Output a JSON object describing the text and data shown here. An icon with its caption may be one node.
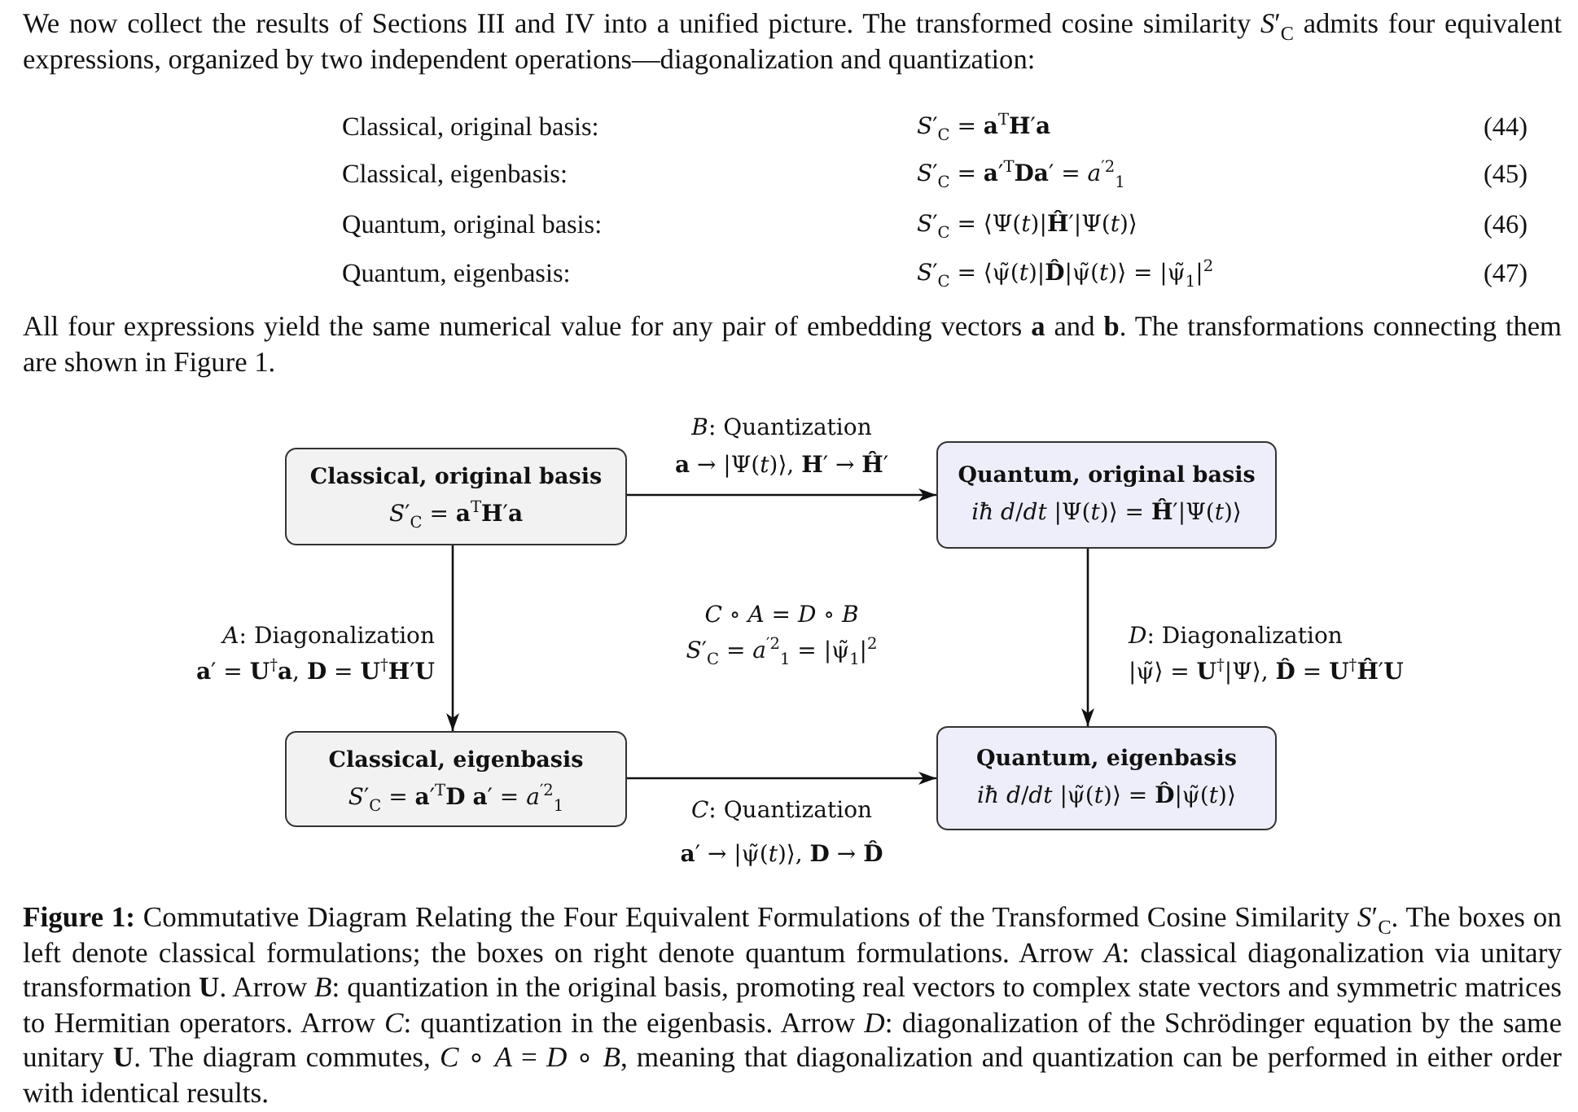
{
  "diagram": {
    "caption": "**Figure 1:** Commutative Diagram Relating the Four Equivalent Formulations of the Transformed Cosine Similarity *S*′$_{C}$. The boxes on left denote classical formulations; the boxes on right denote quantum formulations. Arrow *A*: classical diagonalization via unitary transformation **U**. Arrow *B*: quantization in the original basis, promoting real vectors to complex state vectors and symmetric matrices to Hermitian operators. Arrow *C*: quantization in the eigenbasis. Arrow *D*: diagonalization of the Schrödinger equation by the same unitary **U**. The diagram commutes, *C* ∘ *A* = *D* ∘ *B*, meaning that diagonalization and quantization can be performed in either order with identical results.",
    "nodes": [
      {
        "text": [
          "Classical, original basis",
          "*S*′$_{C}$ = **a**$^{T}$**H**′**a**"
        ]
      },
      {
        "text": [
          "Quantum, original basis",
          "*iħ* *d*/*dt* |Ψ(*t*)⟩ = **Ĥ**′|Ψ(*t*)⟩"
        ]
      },
      {
        "text": [
          "Classical, eigenbasis",
          "*S*′$_{C}$ = **a**′$^{T}$**D** **a**′ = *a*$^{′2}$$_{1}$"
        ]
      },
      {
        "text": [
          "Quantum, eigenbasis",
          "*iħ* *d*/*dt* |ψ̃(*t*)⟩ = **D̂**|ψ̃(*t*)⟩"
        ]
      }
    ],
    "edges": [
      {
        "from": 0,
        "to": 1,
        "arrow": "to",
        "label": "*B*: Quantization"
      },
      {
        "from": 0,
        "to": 2,
        "arrow": "to",
        "label": "*A*: Diagonalization"
      },
      {
        "from": 1,
        "to": 3,
        "arrow": "to",
        "label": "*D*: Diagonalization"
      },
      {
        "from": 2,
        "to": 3,
        "arrow": "to",
        "label": "*C*: Quantization"
      }
    ],
    "labels": [
      "We now collect the results of Sections III and IV into a unified picture. The transformed cosine similarity *S*′$_{C}$ admits four equivalent expressions, organized by two independent operations—diagonalization and quantization:",
      "Classical, original basis:",
      "*S*′$_{C}$ = **a**$^{T}$**H**′**a**",
      "(44)",
      "Classical, eigenbasis:",
      "*S*′$_{C}$ = **a**′$^{T}$**Da**′ = *a*$^{′2}$$_{1}$",
      "(45)",
      "Quantum, original basis:",
      "*S*′$_{C}$ = ⟨Ψ(*t*)|**Ĥ**′|Ψ(*t*)⟩",
      "(46)",
      "Quantum, eigenbasis:",
      "*S*′$_{C}$ = ⟨ψ̃(*t*)|**D̂**|ψ̃(*t*)⟩ = |ψ̃$_{1}$|$^{2}$",
      "(47)",
      "All four expressions yield the same numerical value for any pair of embedding vectors **a** and **b**. The transformations connecting them are shown in Figure 1.",
      "**a** → |Ψ(*t*)⟩,  **H**′ → **Ĥ**′",
      "*C* ∘ *A* = *D* ∘ *B*",
      "*S*′$_{C}$ = *a*$^{′2}$$_{1}$ = |ψ̃$_{1}$|$^{2}$",
      "**a**′ = **U**$^{†}$**a**,  **D** = **U**$^{†}$**H**′**U**",
      "|ψ̃⟩ = **U**$^{†}$|Ψ⟩,  **D̂** = **U**$^{†}$**Ĥ**′**U**",
      "**a**′ → |ψ̃(*t*)⟩,  **D** → **D̂**"
    ]
  }
}
